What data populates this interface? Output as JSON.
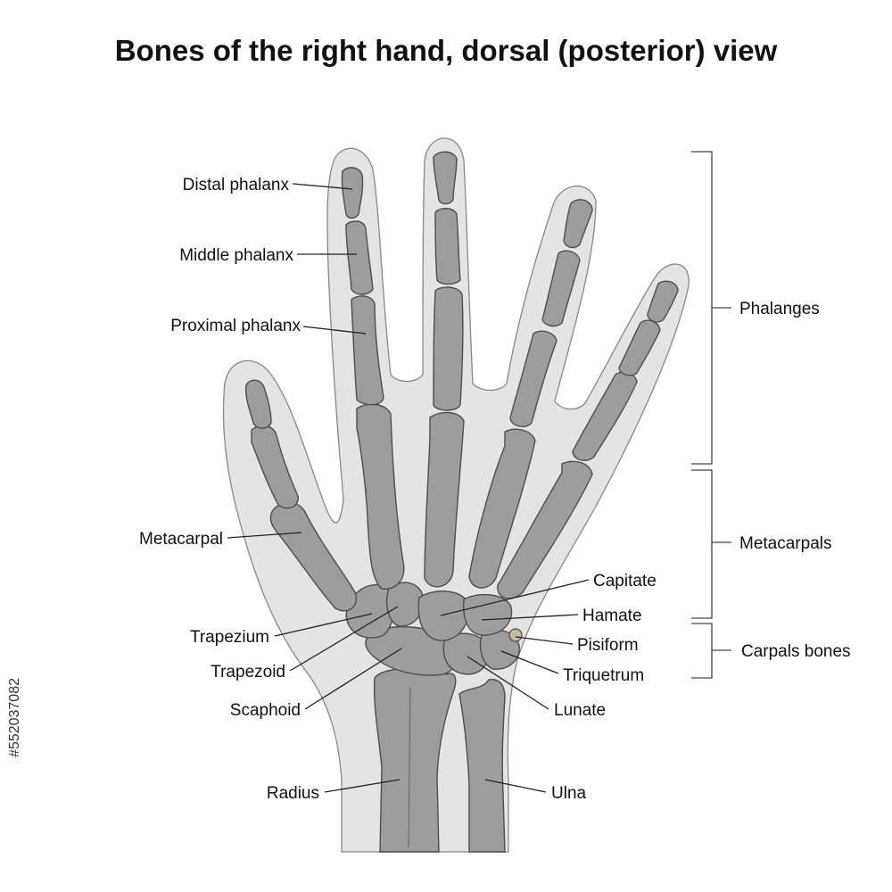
{
  "title": "Bones of the right hand, dorsal (posterior) view",
  "stock_id": "#552037082",
  "colors": {
    "skin": "#e4e4e4",
    "bone": "#9d9d9d",
    "outline": "#4e4e4e"
  },
  "labels": {
    "distal_phalanx": "Distal phalanx",
    "middle_phalanx": "Middle phalanx",
    "proximal_phalanx": "Proximal phalanx",
    "metacarpal": "Metacarpal",
    "trapezium": "Trapezium",
    "trapezoid": "Trapezoid",
    "scaphoid": "Scaphoid",
    "radius": "Radius",
    "capitate": "Capitate",
    "hamate": "Hamate",
    "pisiform": "Pisiform",
    "triquetrum": "Triquetrum",
    "lunate": "Lunate",
    "ulna": "Ulna"
  },
  "groups": {
    "phalanges": "Phalanges",
    "metacarpals": "Metacarpals",
    "carpals": "Carpals bones"
  }
}
